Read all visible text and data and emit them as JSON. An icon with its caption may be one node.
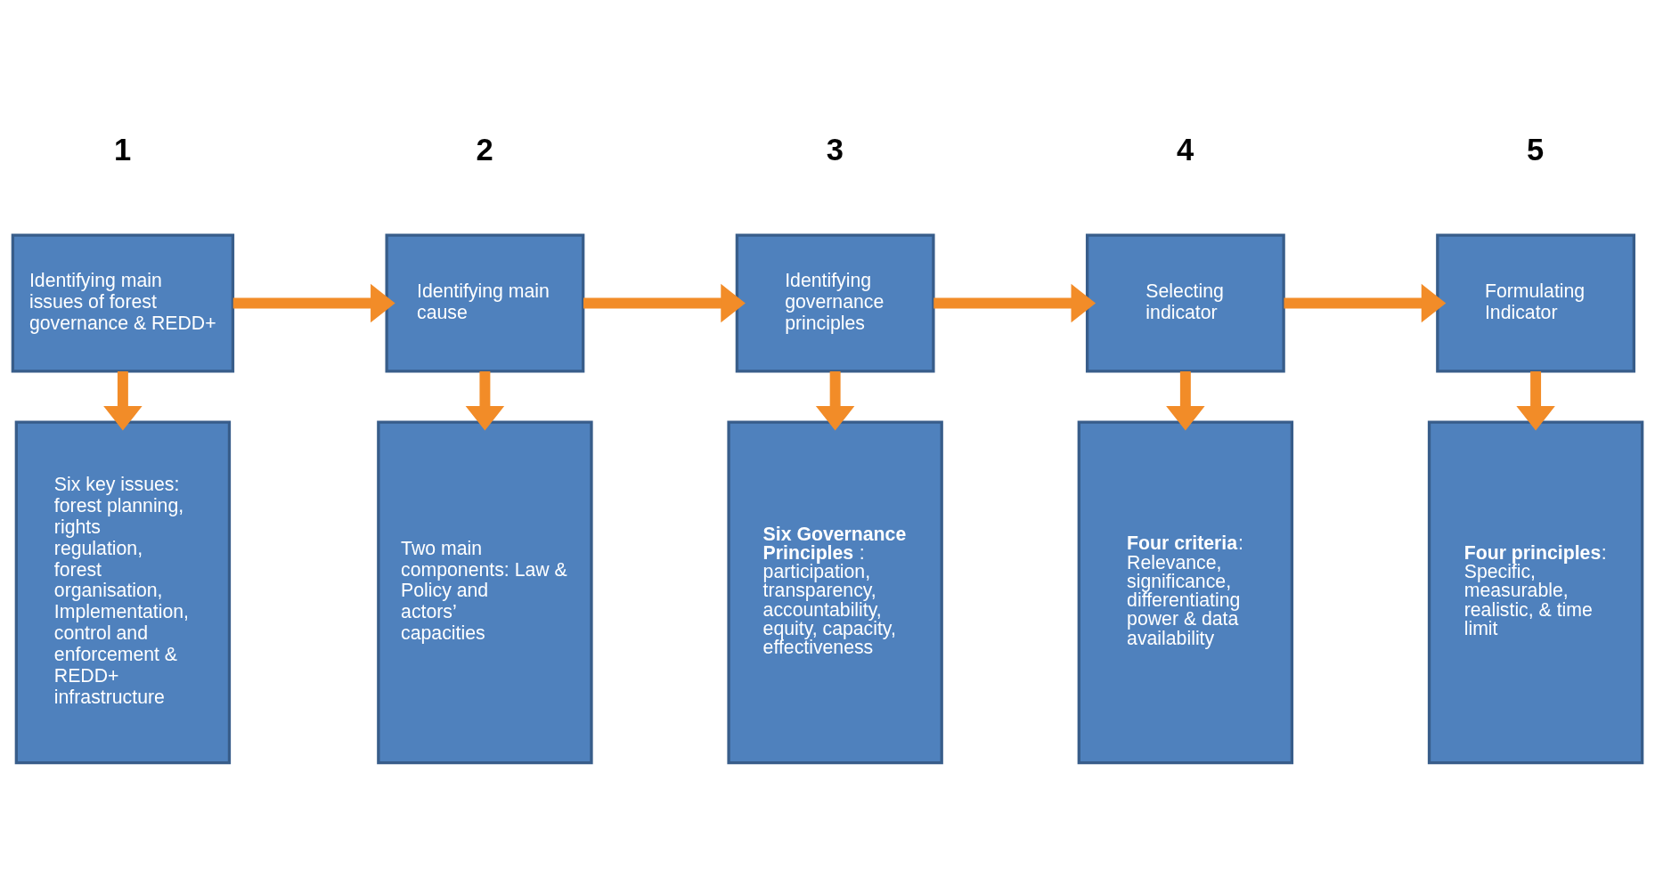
{
  "diagram": {
    "nodes": [
      {
        "text": [
          "Identifying main issues of forest governance & REDD+"
        ]
      },
      {
        "text": [
          "Identifying main cause"
        ]
      },
      {
        "text": [
          "Identifying governance principles"
        ]
      },
      {
        "text": [
          "Selecting indicator"
        ]
      },
      {
        "text": [
          "Formulating Indicator"
        ]
      },
      {
        "text": [
          "Six key issues: forest planning, rights regulation, forest organisation, Implementation, control and enforcement & REDD+ infrastructure"
        ]
      },
      {
        "text": [
          "Two main components: Law & Policy and actors’ capacities"
        ]
      },
      {
        "text": [
          "**Six Governance Principles** : participation, transparency, accountability, equity, capacity, effectiveness"
        ]
      },
      {
        "text": [
          "**Four criteria**: Relevance, significance, differentiating power & data availability"
        ]
      },
      {
        "text": [
          "**Four principles**: Specific, measurable, realistic, & time limit"
        ]
      }
    ],
    "edges": [
      {
        "from": 0,
        "to": 1,
        "arrow": "to"
      },
      {
        "from": 1,
        "to": 2,
        "arrow": "to"
      },
      {
        "from": 2,
        "to": 3,
        "arrow": "to"
      },
      {
        "from": 3,
        "to": 4,
        "arrow": "to"
      },
      {
        "from": 0,
        "to": 5,
        "arrow": "to"
      },
      {
        "from": 1,
        "to": 6,
        "arrow": "to"
      },
      {
        "from": 2,
        "to": 7,
        "arrow": "to"
      },
      {
        "from": 3,
        "to": 8,
        "arrow": "to"
      },
      {
        "from": 4,
        "to": 9,
        "arrow": "to"
      }
    ],
    "labels": [
      "1",
      "2",
      "3",
      "4",
      "5"
    ]
  }
}
